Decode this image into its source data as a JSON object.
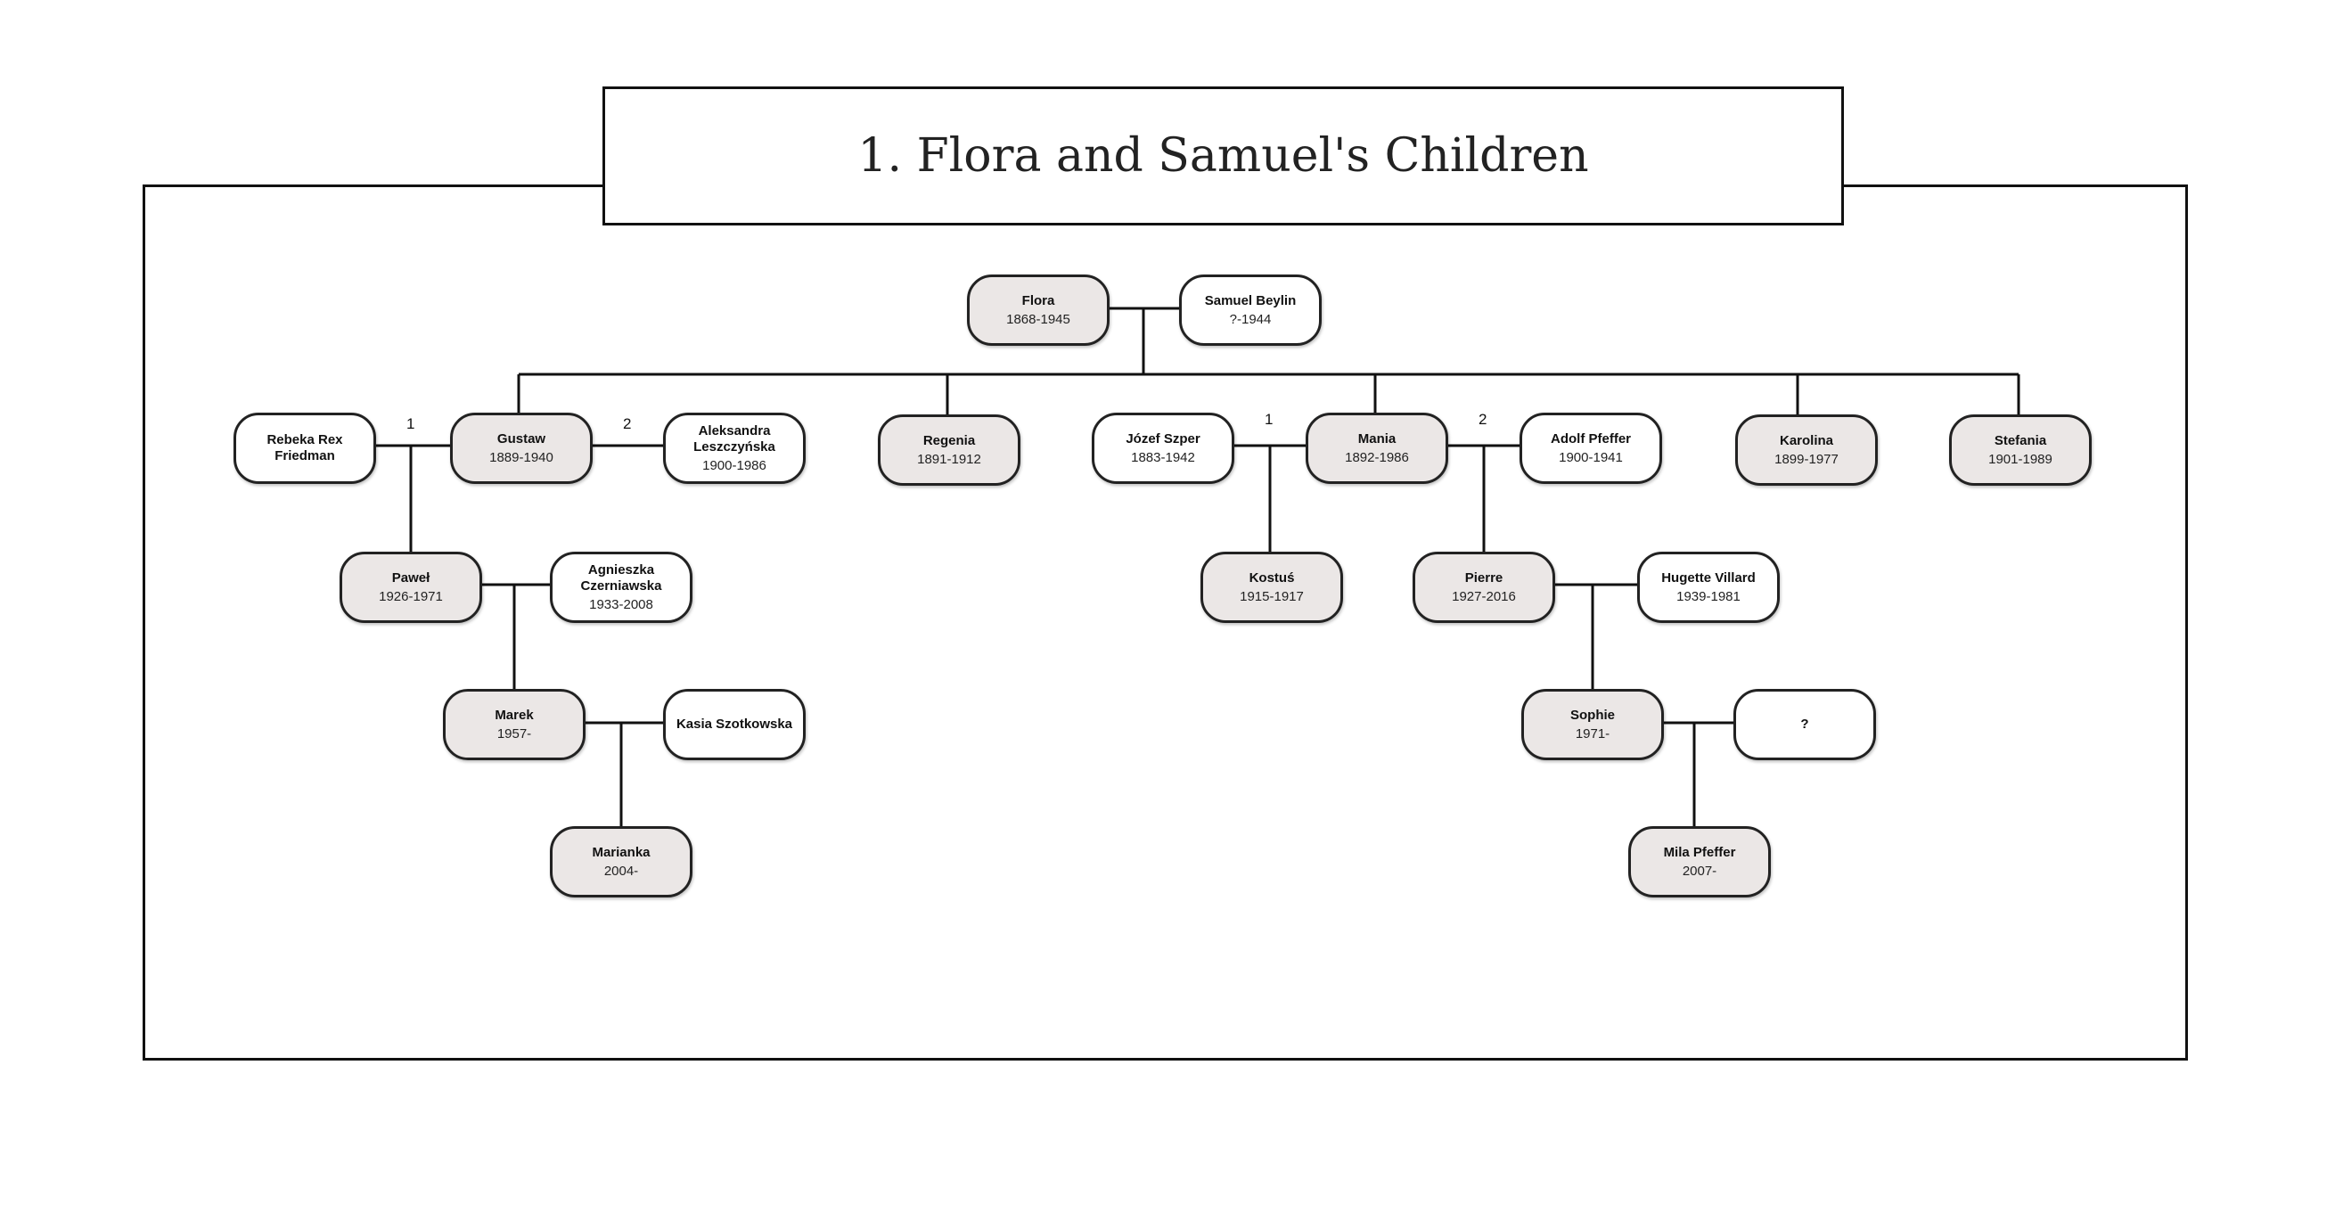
{
  "title": "1. Flora and Samuel's Children",
  "people": {
    "flora": {
      "name": "Flora",
      "years": "1868-1945"
    },
    "samuel": {
      "name": "Samuel Beylin",
      "years": "?-1944"
    },
    "rebeka": {
      "name": "Rebeka Rex Friedman",
      "years": ""
    },
    "gustaw": {
      "name": "Gustaw",
      "years": "1889-1940"
    },
    "aleksandra": {
      "name": "Aleksandra Leszczyńska",
      "years": "1900-1986"
    },
    "regenia": {
      "name": "Regenia",
      "years": "1891-1912"
    },
    "jozef": {
      "name": "Józef Szper",
      "years": "1883-1942"
    },
    "mania": {
      "name": "Mania",
      "years": "1892-1986"
    },
    "adolf": {
      "name": "Adolf Pfeffer",
      "years": "1900-1941"
    },
    "karolina": {
      "name": "Karolina",
      "years": "1899-1977"
    },
    "stefania": {
      "name": "Stefania",
      "years": "1901-1989"
    },
    "pawel": {
      "name": "Paweł",
      "years": "1926-1971"
    },
    "agnieszka": {
      "name": "Agnieszka Czerniawska",
      "years": "1933-2008"
    },
    "kostus": {
      "name": "Kostuś",
      "years": "1915-1917"
    },
    "pierre": {
      "name": "Pierre",
      "years": "1927-2016"
    },
    "hugette": {
      "name": "Hugette Villard",
      "years": "1939-1981"
    },
    "marek": {
      "name": "Marek",
      "years": "1957-"
    },
    "kasia": {
      "name": "Kasia Szotkowska",
      "years": ""
    },
    "sophie": {
      "name": "Sophie",
      "years": "1971-"
    },
    "unknown": {
      "name": "?",
      "years": ""
    },
    "marianka": {
      "name": "Marianka",
      "years": "2004-"
    },
    "mila": {
      "name": "Mila Pfeffer",
      "years": "2007-"
    }
  },
  "marriage_marks": {
    "gustaw_first": "1",
    "gustaw_second": "2",
    "mania_first": "1",
    "mania_second": "2"
  }
}
